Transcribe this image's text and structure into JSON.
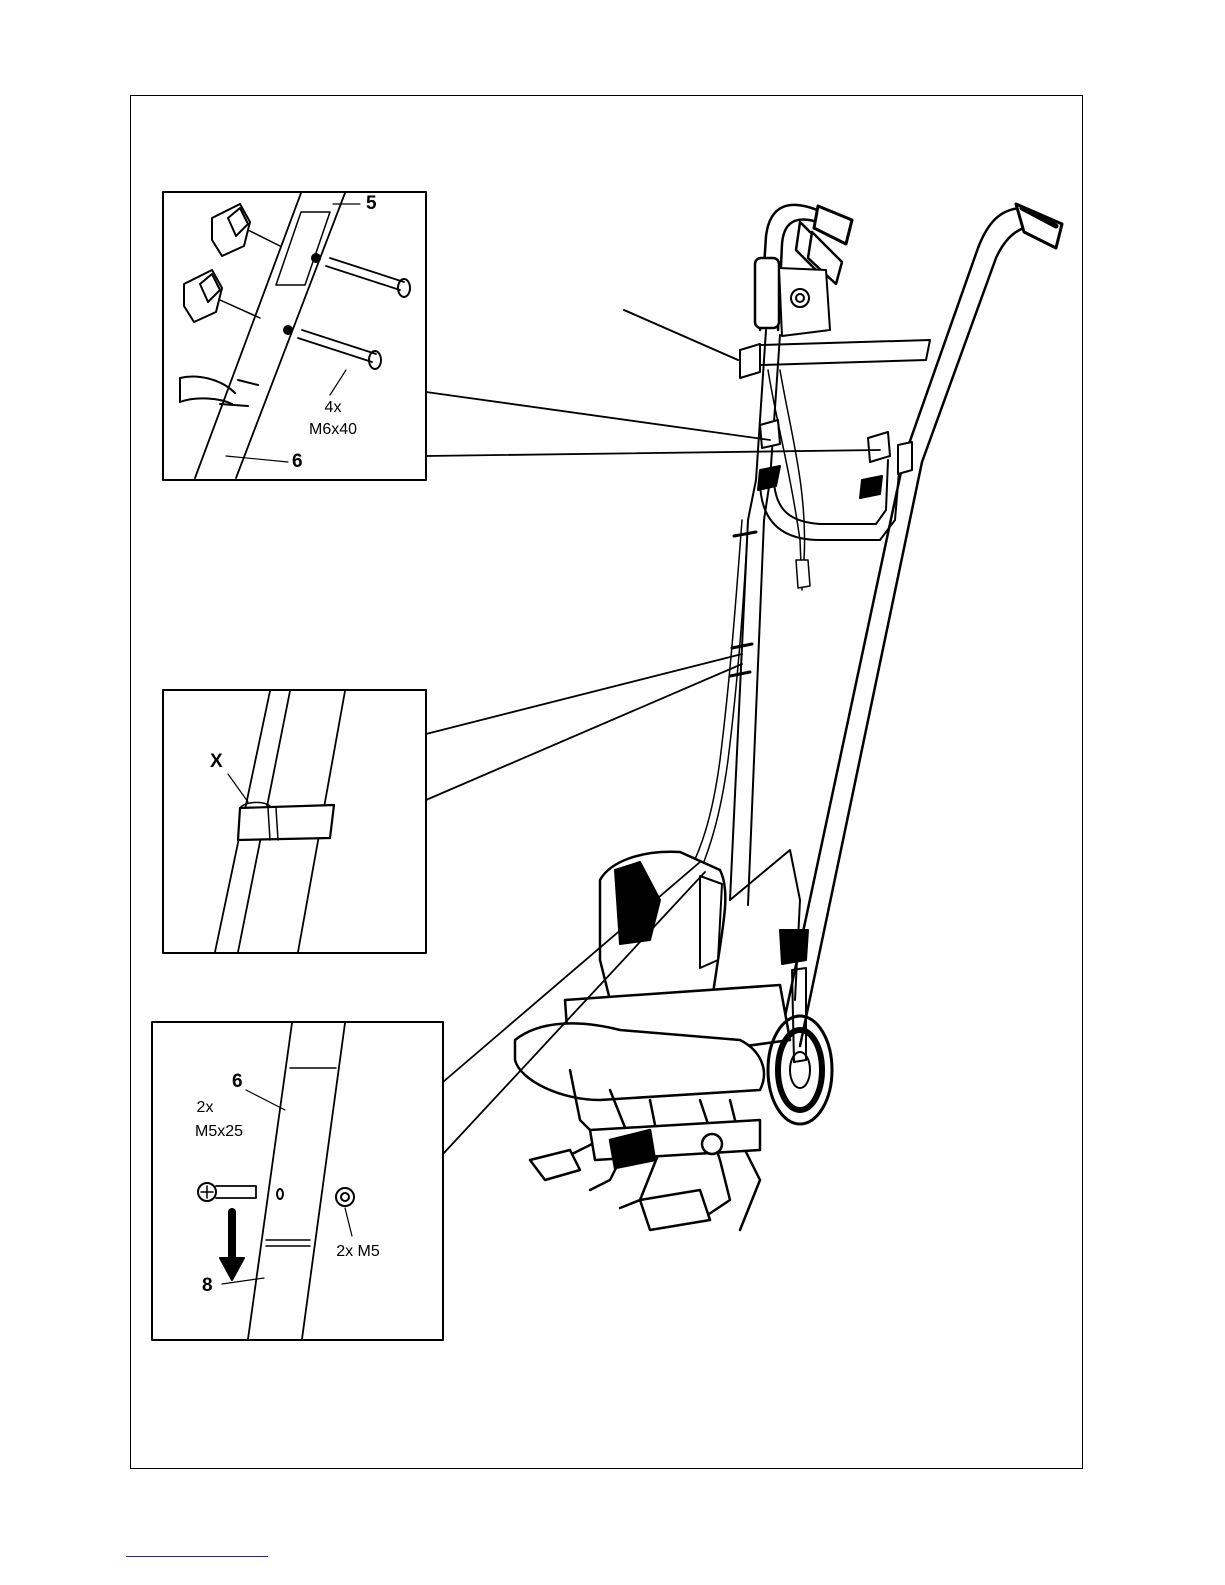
{
  "figure": {
    "inset_top": {
      "part_5": "5",
      "bolt_qty": "4x",
      "bolt_spec": "M6x40",
      "part_6": "6"
    },
    "inset_middle": {
      "clip_label": "X"
    },
    "inset_bottom": {
      "part_6": "6",
      "bolt_qty": "2x",
      "bolt_spec": "M5x25",
      "nut_spec": "2x M5",
      "part_8": "8"
    }
  },
  "colors": {
    "line": "#000000",
    "footer_link": "#1a1aff"
  }
}
